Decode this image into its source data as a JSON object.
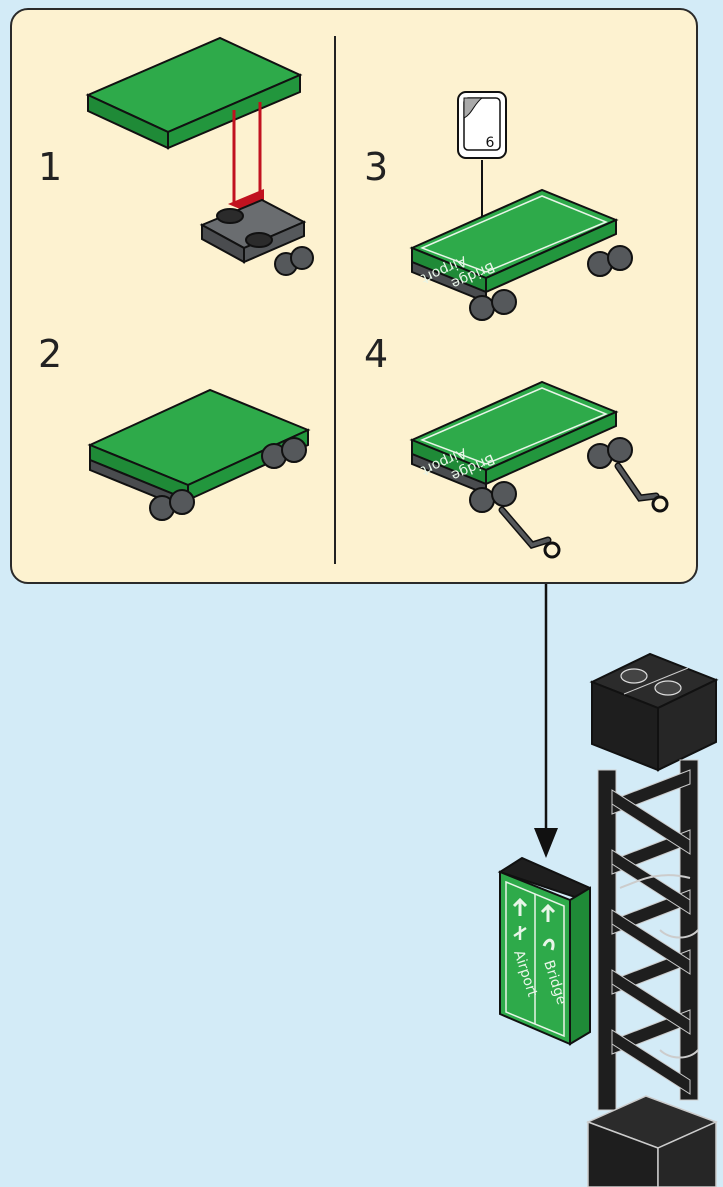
{
  "steps": [
    {
      "number": "1"
    },
    {
      "number": "2"
    },
    {
      "number": "3"
    },
    {
      "number": "4"
    }
  ],
  "sticker_number": "6",
  "sign_labels": {
    "airport": "Airport",
    "bridge": "Bridge"
  },
  "colors": {
    "background": "#d3ebf7",
    "panel": "#fdf2d0",
    "brick_green": "#2eaa4a",
    "brick_dark_gray": "#505355",
    "brick_black": "#1e1e1e",
    "arrow_red": "#c1121f"
  }
}
